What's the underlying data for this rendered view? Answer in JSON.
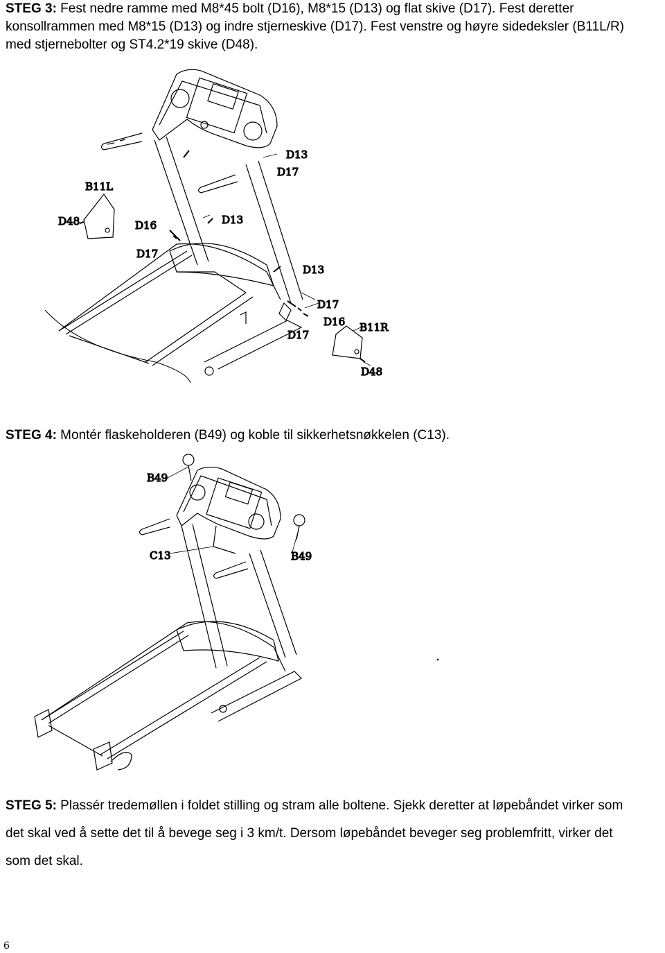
{
  "step3": {
    "label": "STEG 3:",
    "text": " Fest nedre ramme med M8*45 bolt (D16), M8*15 (D13) og flat skive (D17). Fest deretter konsollrammen med M8*15 (D13) og indre stjerneskive (D17). Fest venstre og høyre sidedeksler (B11L/R) med stjernebolter og ST4.2*19 skive (D48)."
  },
  "figure1": {
    "labels": {
      "d13_top": "D13",
      "d17_top": "D17",
      "b11l": "B11L",
      "d48_left": "D48",
      "d16_left": "D16",
      "d13_mid": "D13",
      "d17_left": "D17",
      "d13_lower": "D13",
      "d17_right": "D17",
      "d16_right": "D16",
      "b11r": "B11R",
      "d17_bottom": "D17",
      "d48_right": "D48"
    }
  },
  "step4": {
    "label": "STEG 4:",
    "text": " Montér flaskeholderen (B49) og koble til sikkerhetsnøkkelen (C13)."
  },
  "figure2": {
    "labels": {
      "b49_left": "B49",
      "c13": "C13",
      "b49_right": "B49"
    }
  },
  "step5": {
    "label": "STEG 5:",
    "text": " Plassér tredemøllen i foldet stilling og stram alle boltene. Sjekk deretter at løpebåndet virker som det skal ved å sette det til å bevege seg i 3 km/t. Dersom løpebåndet beveger seg problemfritt, virker det som det skal."
  },
  "page_number": "6"
}
